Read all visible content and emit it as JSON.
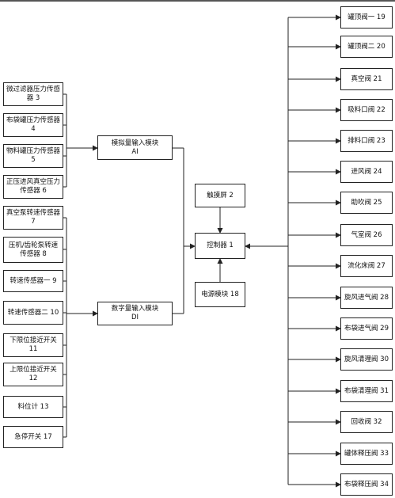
{
  "left_sensors": [
    {
      "id": "s3",
      "text": "微过滤器压力传感器 3"
    },
    {
      "id": "s4",
      "text": "布袋罐压力传感器 4"
    },
    {
      "id": "s5",
      "text": "物料罐压力传感器 5"
    },
    {
      "id": "s6",
      "text": "正压进风真空压力传感器 6"
    },
    {
      "id": "s7",
      "text": "真空泵转速传感器 7"
    },
    {
      "id": "s8",
      "text": "压机/齿轮泵转速传感器 8"
    },
    {
      "id": "s9",
      "text": "转速传感器一 9"
    },
    {
      "id": "s10",
      "text": "转速传感器二 10"
    },
    {
      "id": "s11",
      "text": "下限位接近开关 11"
    },
    {
      "id": "s12",
      "text": "上限位接近开关 12"
    },
    {
      "id": "s13",
      "text": "料位计 13"
    },
    {
      "id": "s17",
      "text": "急停开关 17"
    }
  ],
  "modules": {
    "ai": {
      "line1": "模拟量输入模块",
      "line2": "AI"
    },
    "di": {
      "line1": "数字量输入模块",
      "line2": "DI"
    }
  },
  "center": {
    "touchscreen": "触摸屏 2",
    "controller": "控制器 1",
    "power": "电源模块 18"
  },
  "valves": [
    {
      "id": "v19",
      "text": "罐顶阀一 19"
    },
    {
      "id": "v20",
      "text": "罐顶阀二 20"
    },
    {
      "id": "v21",
      "text": "真空阀 21"
    },
    {
      "id": "v22",
      "text": "吸料口阀 22"
    },
    {
      "id": "v23",
      "text": "排料口阀 23"
    },
    {
      "id": "v24",
      "text": "进风阀 24"
    },
    {
      "id": "v25",
      "text": "助吹阀 25"
    },
    {
      "id": "v26",
      "text": "气室阀 26"
    },
    {
      "id": "v27",
      "text": "流化床阀 27"
    },
    {
      "id": "v28",
      "text": "旋风进气阀 28"
    },
    {
      "id": "v29",
      "text": "布袋进气阀 29"
    },
    {
      "id": "v30",
      "text": "旋风清理阀 30"
    },
    {
      "id": "v31",
      "text": "布袋清理阀 31"
    },
    {
      "id": "v32",
      "text": "回收阀 32"
    },
    {
      "id": "v33",
      "text": "罐体释压阀 33"
    },
    {
      "id": "v34",
      "text": "布袋释压阀 34"
    }
  ]
}
